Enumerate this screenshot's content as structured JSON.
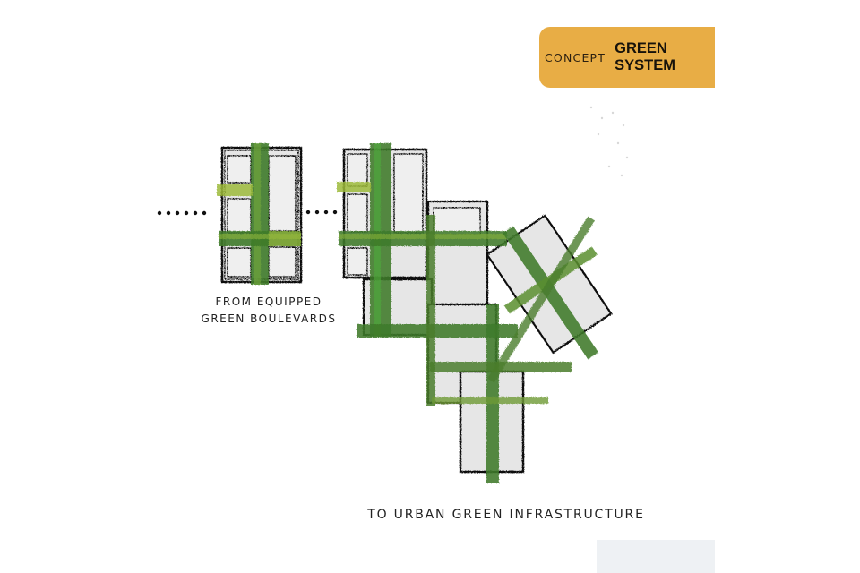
{
  "tag": {
    "concept": "CONCEPT",
    "title": "GREEN SYSTEM",
    "color": "#e8ad45"
  },
  "captions": {
    "from_line1": "FROM EQUIPPED",
    "from_line2": "GREEN BOULEVARDS",
    "to": "TO URBAN GREEN INFRASTRUCTURE"
  },
  "colors": {
    "block_fill": "#e9e9e9",
    "block_stroke": "#111111",
    "corridor_green": "#3f7a2a",
    "corridor_light": "#9cba3a"
  }
}
